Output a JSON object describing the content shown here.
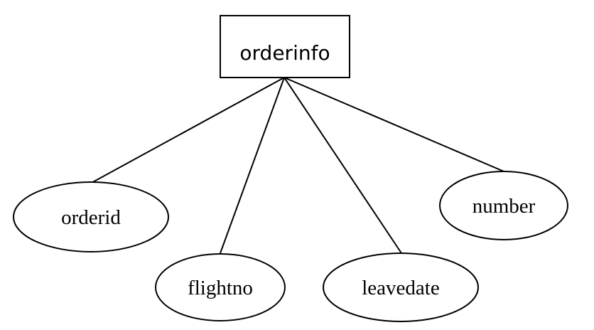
{
  "entity": {
    "name": "orderinfo"
  },
  "attributes": [
    {
      "name": "orderid"
    },
    {
      "name": "flightno"
    },
    {
      "name": "leavedate"
    },
    {
      "name": "number"
    }
  ]
}
